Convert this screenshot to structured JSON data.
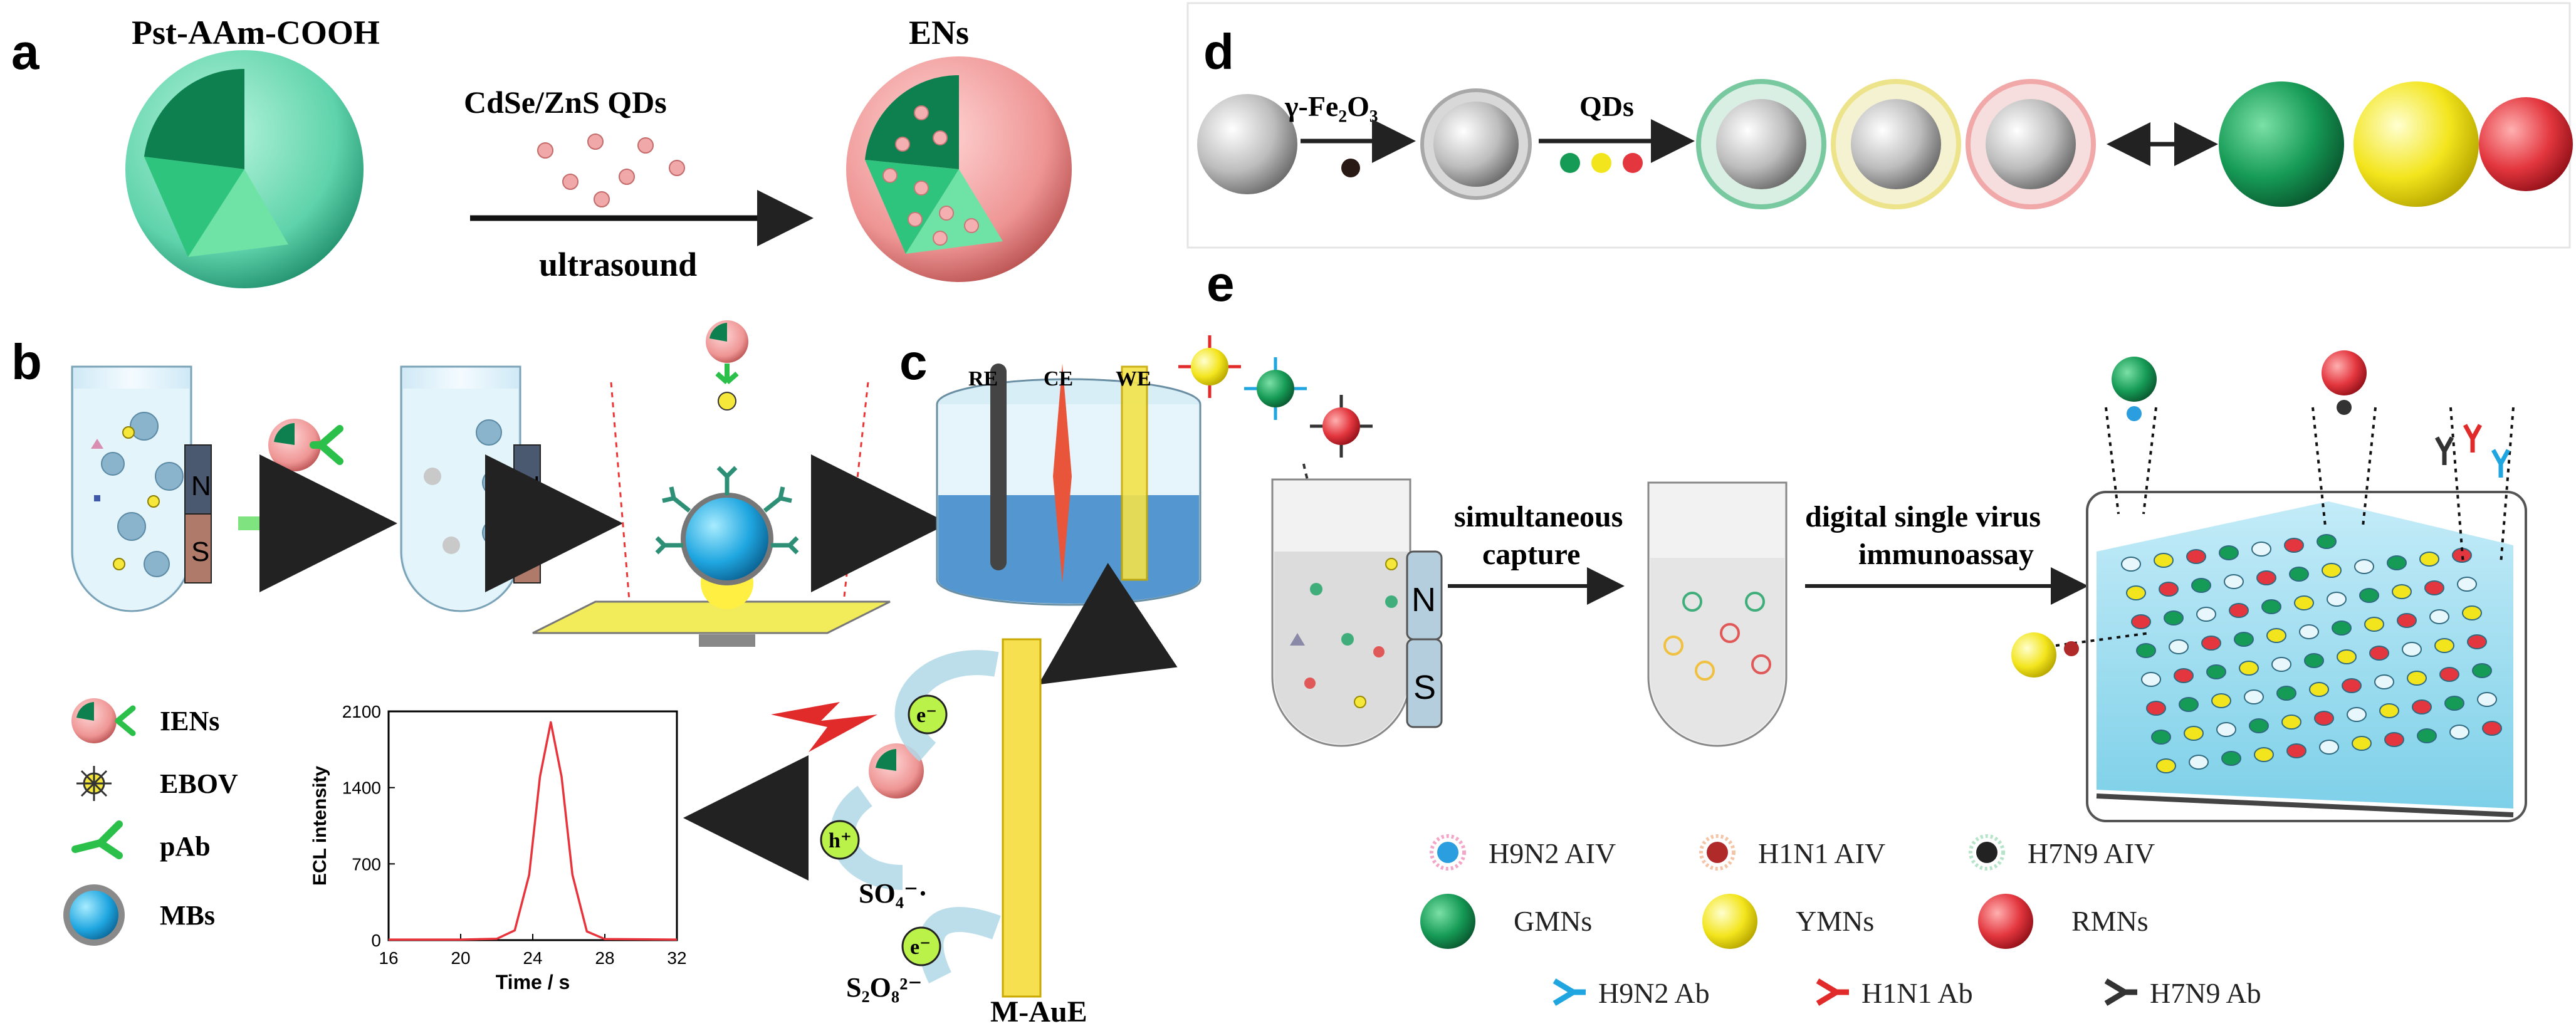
{
  "panel_labels": {
    "a": "a",
    "b": "b",
    "c": "c",
    "d": "d",
    "e": "e"
  },
  "panel_a": {
    "left_label": "Pst-AAm-COOH",
    "reagent": "CdSe/ZnS QDs",
    "method": "ultrasound",
    "right_label": "ENs"
  },
  "panel_b": {
    "magnet_n": "N",
    "magnet_s": "S",
    "legend": [
      {
        "icon": "ien-icon",
        "label": "IENs"
      },
      {
        "icon": "ebov-icon",
        "label": "EBOV"
      },
      {
        "icon": "pab-icon",
        "label": "pAb"
      },
      {
        "icon": "mb-icon",
        "label": "MBs"
      }
    ]
  },
  "panel_c": {
    "electrodes": {
      "re": "RE",
      "ce": "CE",
      "we": "WE"
    },
    "electron": "e⁻",
    "hole": "h⁺",
    "radical": "SO₄⁻·",
    "persulfate": "S₂O₈²⁻",
    "electrode_label": "M-AuE"
  },
  "panel_d": {
    "reagent1": "γ-Fe₂O₃",
    "reagent2": "QDs",
    "colors": {
      "green": "#169b56",
      "yellow": "#f3e51d",
      "red": "#e3363e"
    }
  },
  "panel_e": {
    "step1": [
      "simultaneous",
      "capture"
    ],
    "step2": [
      "digital single virus",
      "immunoassay"
    ],
    "magnet_n": "N",
    "magnet_s": "S",
    "legend_row1": [
      {
        "icon": "h9n2-virus-icon",
        "label": "H9N2 AIV"
      },
      {
        "icon": "h1n1-virus-icon",
        "label": "H1N1 AIV"
      },
      {
        "icon": "h7n9-virus-icon",
        "label": "H7N9 AIV"
      }
    ],
    "legend_row2": [
      {
        "icon": "gmn-bead-icon",
        "label": "GMNs"
      },
      {
        "icon": "ymn-bead-icon",
        "label": "YMNs"
      },
      {
        "icon": "rmn-bead-icon",
        "label": "RMNs"
      }
    ],
    "legend_row3": [
      {
        "icon": "h9n2-antibody-icon",
        "label": "H9N2 Ab"
      },
      {
        "icon": "h1n1-antibody-icon",
        "label": "H1N1 Ab"
      },
      {
        "icon": "h7n9-antibody-icon",
        "label": "H7N9 Ab"
      }
    ]
  },
  "chart_data": {
    "type": "line",
    "xlabel": "Time / s",
    "ylabel": "ECL intensity",
    "xlim": [
      16,
      32
    ],
    "ylim": [
      0,
      2100
    ],
    "xticks": [
      16,
      20,
      24,
      28,
      32
    ],
    "yticks": [
      0,
      700,
      1400,
      2100
    ],
    "series": [
      {
        "color": "#e8333b",
        "x": [
          16,
          20,
          22,
          23,
          23.8,
          24.4,
          25,
          25.6,
          26.2,
          27,
          28,
          32
        ],
        "y": [
          5,
          5,
          12,
          90,
          600,
          1500,
          2000,
          1500,
          600,
          80,
          10,
          5
        ]
      }
    ]
  }
}
